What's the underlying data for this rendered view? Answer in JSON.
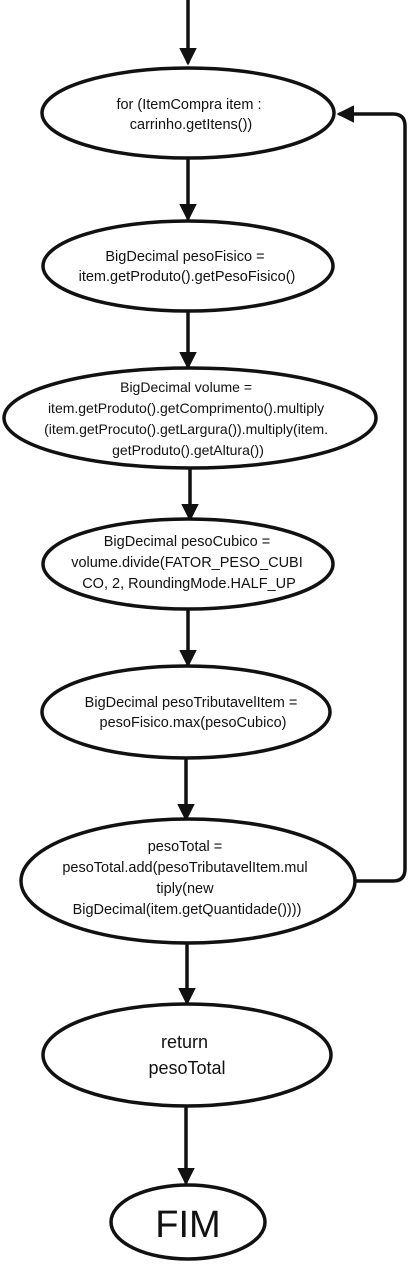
{
  "diagram": {
    "nodes": [
      {
        "id": "loop",
        "lines": [
          "for (ItemCompra item :",
          "carrinho.getItens())"
        ]
      },
      {
        "id": "pesoFisico",
        "lines": [
          "BigDecimal pesoFisico =",
          "item.getProduto().getPesoFisico()"
        ]
      },
      {
        "id": "volume",
        "lines": [
          "BigDecimal volume =",
          "item.getProduto().getComprimento().multiply",
          "(item.getProcuto().getLargura()).multiply(item.",
          "getProduto().getAltura())"
        ]
      },
      {
        "id": "pesoCubico",
        "lines": [
          "BigDecimal pesoCubico =",
          "volume.divide(FATOR_PESO_CUBI",
          "CO, 2, RoundingMode.HALF_UP"
        ]
      },
      {
        "id": "pesoTributavel",
        "lines": [
          "BigDecimal pesoTributavelItem =",
          "pesoFisico.max(pesoCubico)"
        ]
      },
      {
        "id": "pesoTotal",
        "lines": [
          "pesoTotal =",
          "pesoTotal.add(pesoTributavelItem.mul",
          "tiply(new",
          "BigDecimal(item.getQuantidade())))"
        ]
      },
      {
        "id": "return",
        "lines": [
          "return",
          "pesoTotal"
        ]
      },
      {
        "id": "fim",
        "lines": [
          "FIM"
        ]
      }
    ],
    "colors": {
      "stroke": "#111111",
      "fill": "#ffffff",
      "text": "#111111"
    }
  }
}
